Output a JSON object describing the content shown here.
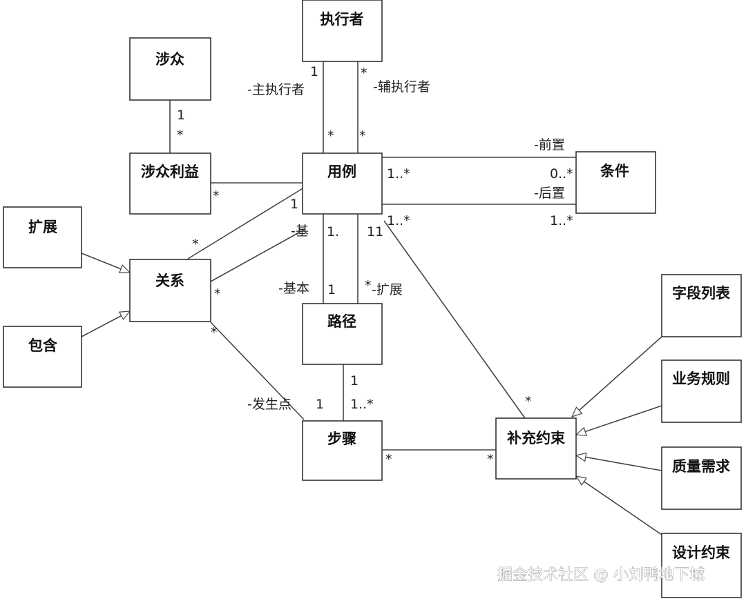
{
  "boxes": {
    "executor": "执行者",
    "stakeholder": "涉众",
    "stakeholder_interest": "涉众利益",
    "use_case": "用例",
    "condition": "条件",
    "extend": "扩展",
    "relation": "关系",
    "include": "包含",
    "path": "路径",
    "step": "步骤",
    "supplement": "补充约束",
    "field_list": "字段列表",
    "business_rule": "业务规则",
    "quality_req": "质量需求",
    "design_constraint": "设计约束"
  },
  "roles": {
    "primary_executor": "-主执行者",
    "secondary_executor": "-辅执行者",
    "pre": "-前置",
    "post": "-后置",
    "base": "-基",
    "basic": "-基本",
    "extension": "-扩展",
    "occurrence": "-发生点"
  },
  "multiplicities": {
    "exec_top_left": "1",
    "exec_top_right": "*",
    "exec_bottom_left": "*",
    "exec_bottom_right": "*",
    "stake_top": "1",
    "stake_bottom": "*",
    "interest_uc": "*",
    "uc_cond_left": "1..*",
    "uc_cond_right_top": "0..*",
    "uc_cond_right_bottom": "1..*",
    "uc_bottom_right": "1..*",
    "uc_rel_top": "1",
    "rel_uc_bottom": "*",
    "uc_base": "1.",
    "uc_11": "11",
    "rel_star_mid": "*",
    "rel_star_bottom": "*",
    "path_basic_1": "1",
    "path_ext_star": "*",
    "path_step_top": "1",
    "path_step_bottom": "1..*",
    "step_occ_1": "1",
    "step_sup_left": "*",
    "sup_step_right": "*",
    "sup_uc": "*"
  },
  "watermark": "掘金技术社区 @ 小刘鸭地下城"
}
